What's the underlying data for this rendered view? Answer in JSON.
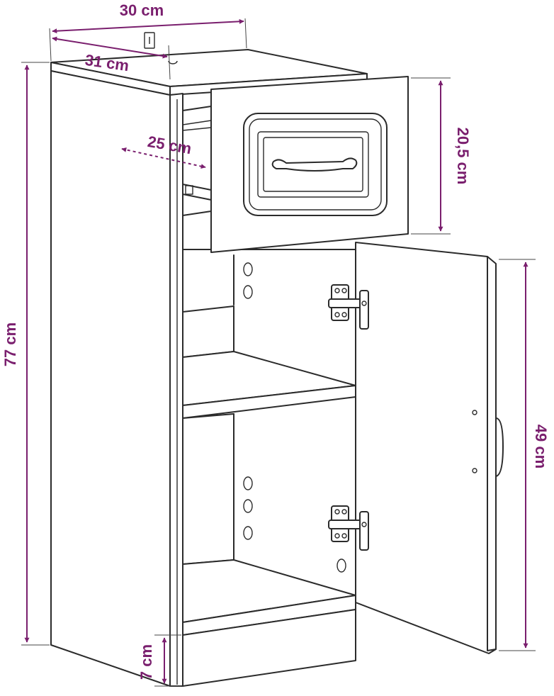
{
  "colors": {
    "dimension": "#7a1f6e",
    "outline": "#2b2b2b",
    "background": "#ffffff"
  },
  "dimensions": {
    "top_width": "30 cm",
    "top_depth": "31 cm",
    "drawer_depth": "25 cm",
    "drawer_height": "20,5 cm",
    "total_height": "77 cm",
    "door_height": "49 cm",
    "plinth_height": "7 cm"
  }
}
